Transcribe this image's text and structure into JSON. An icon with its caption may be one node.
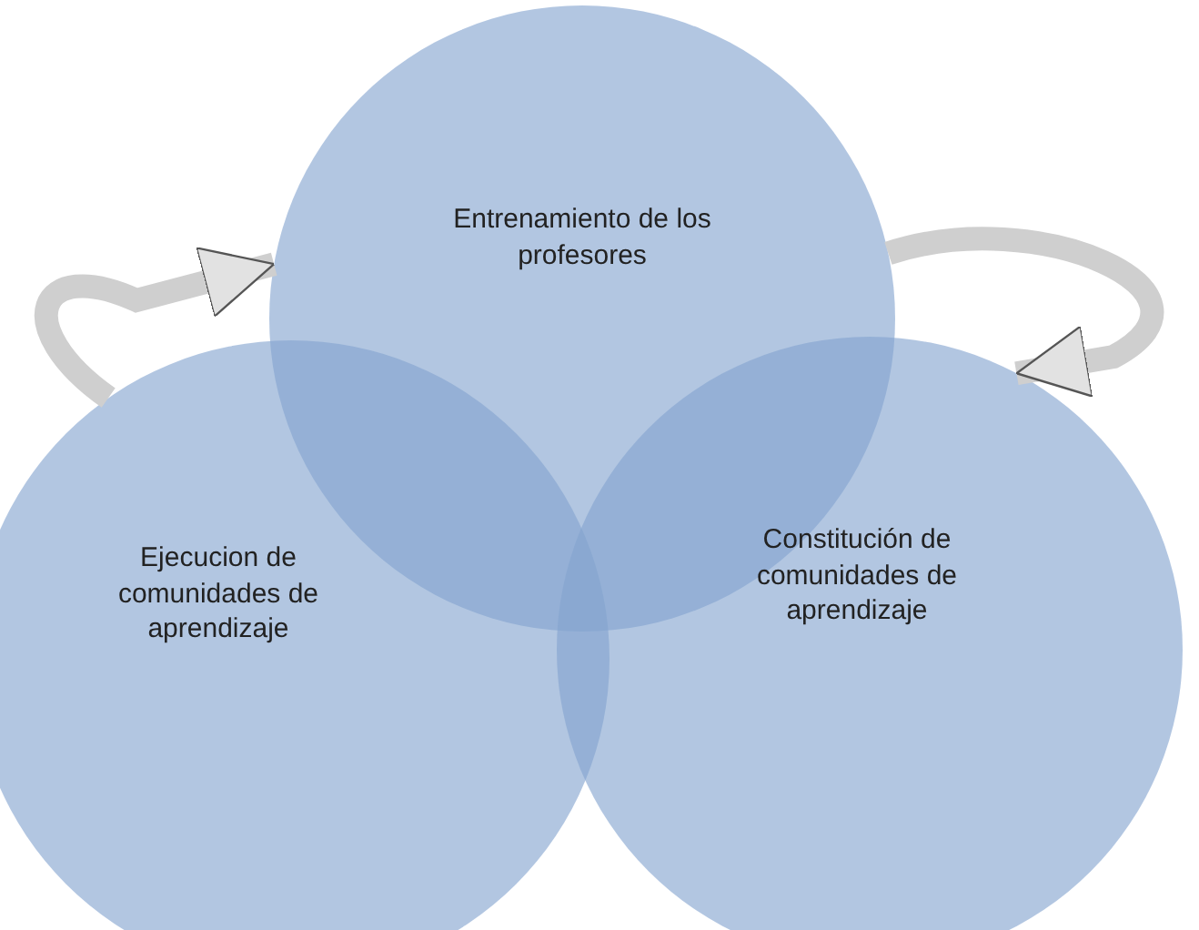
{
  "diagram": {
    "nodes": [
      {
        "text": [
          "Entrenamiento de los profesores"
        ]
      },
      {
        "text": [
          "Ejecucion de comunidades de aprendizaje"
        ]
      },
      {
        "text": [
          "Constitución de comunidades de aprendizaje"
        ]
      }
    ],
    "edges": [
      {
        "from": 1,
        "to": 0,
        "arrow": "to"
      },
      {
        "from": 0,
        "to": 2,
        "arrow": "to"
      }
    ]
  }
}
